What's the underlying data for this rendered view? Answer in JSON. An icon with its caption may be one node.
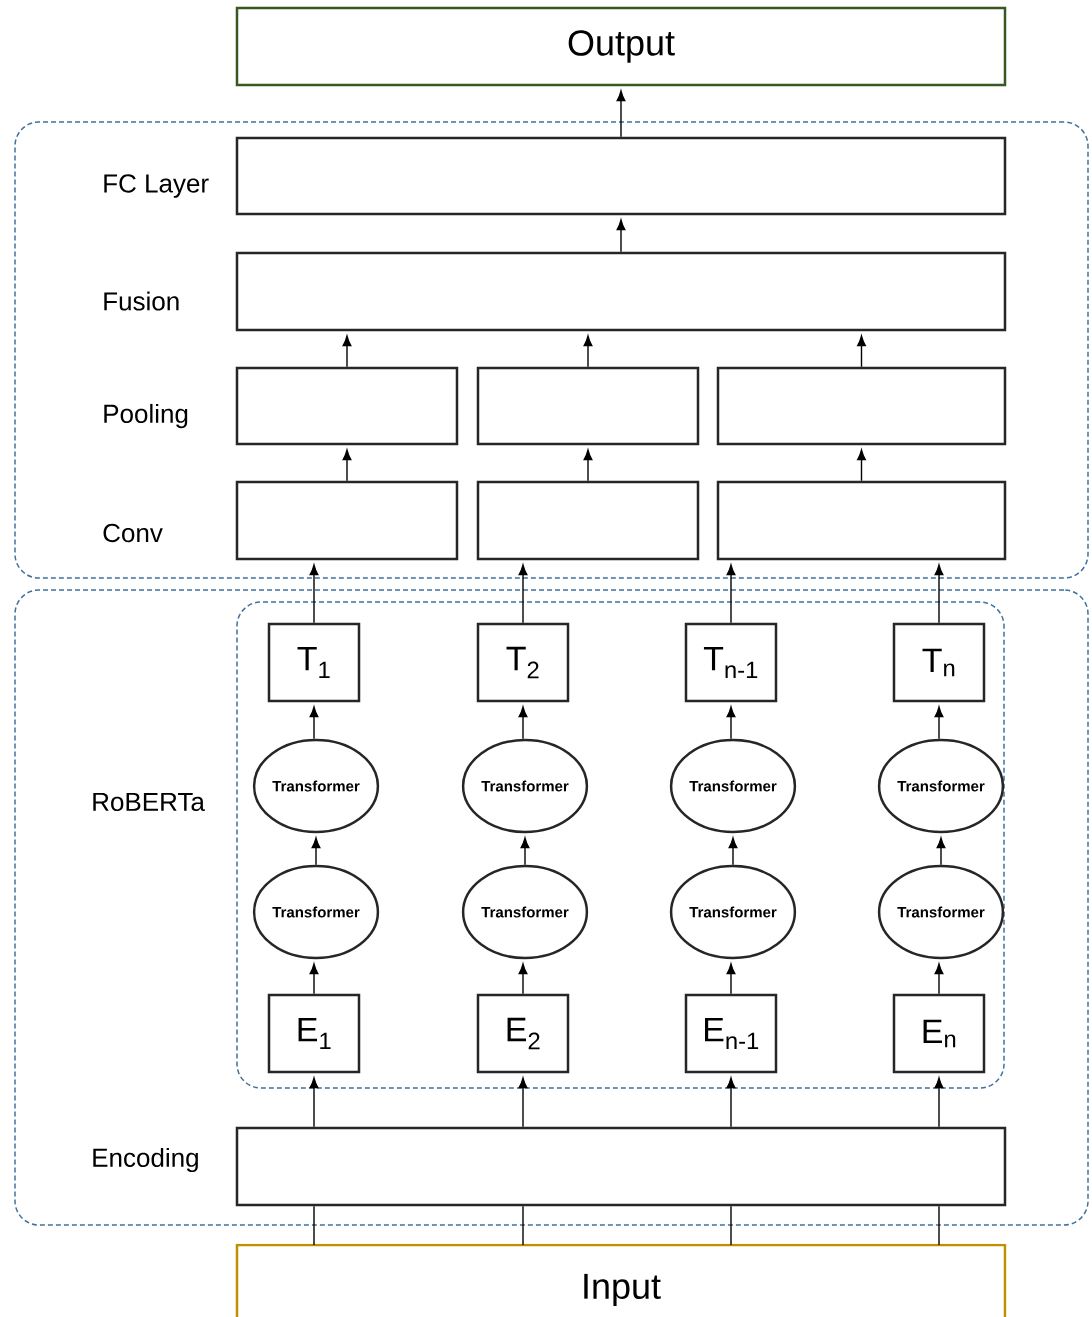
{
  "diagram": {
    "nodes": [
      {
        "text": [
          "Output"
        ]
      },
      {
        "text": [],
        "shape": "box"
      },
      {
        "text": [],
        "shape": "box",
        "in": 1
      },
      {
        "text": [],
        "shape": "box",
        "in": 1
      },
      {
        "text": [],
        "shape": "box",
        "in": 1
      },
      {
        "text": [],
        "shape": "box",
        "in": 1
      },
      {
        "text": [],
        "shape": "box",
        "in": 1
      },
      {
        "text": [],
        "shape": "box",
        "in": 1
      },
      {
        "text": [],
        "shape": "box",
        "in": 1
      },
      {
        "text": [],
        "shape": "box",
        "in": 1
      },
      {
        "text": [],
        "shape": "box"
      },
      {
        "text": [],
        "shape": "box",
        "in": 10
      },
      {
        "text": [
          "T$_{1}$"
        ],
        "in": 11
      },
      {
        "text": [
          "T$_{2}$"
        ],
        "in": 11
      },
      {
        "text": [
          "T$_{n-1}$"
        ],
        "in": 11
      },
      {
        "text": [
          "T$_{n}$"
        ],
        "in": 11
      },
      {
        "text": [
          "Transformer"
        ],
        "in": 11
      },
      {
        "text": [
          "Transformer"
        ],
        "in": 11
      },
      {
        "text": [
          "Transformer"
        ],
        "in": 11
      },
      {
        "text": [
          "Transformer"
        ],
        "in": 11
      },
      {
        "text": [
          "Transformer"
        ],
        "in": 11
      },
      {
        "text": [
          "Transformer"
        ],
        "in": 11
      },
      {
        "text": [
          "Transformer"
        ],
        "in": 11
      },
      {
        "text": [
          "Transformer"
        ],
        "in": 11
      },
      {
        "text": [
          "E$_{1}$"
        ],
        "in": 11
      },
      {
        "text": [
          "E$_{2}$"
        ],
        "in": 11
      },
      {
        "text": [
          "E$_{n-1}$"
        ],
        "in": 11
      },
      {
        "text": [
          "E$_{n}$"
        ],
        "in": 11
      },
      {
        "text": [],
        "shape": "box",
        "in": 10
      },
      {
        "text": [
          "Input"
        ]
      }
    ],
    "edges": [
      {
        "from": 28,
        "to": 24,
        "arrow": "to"
      },
      {
        "from": 28,
        "to": 25,
        "arrow": "to"
      },
      {
        "from": 28,
        "to": 26,
        "arrow": "to"
      },
      {
        "from": 28,
        "to": 27,
        "arrow": "to"
      },
      {
        "from": 24,
        "to": 20,
        "arrow": "to"
      },
      {
        "from": 25,
        "to": 21,
        "arrow": "to"
      },
      {
        "from": 26,
        "to": 22,
        "arrow": "to"
      },
      {
        "from": 27,
        "to": 23,
        "arrow": "to"
      },
      {
        "from": 20,
        "to": 16,
        "arrow": "to"
      },
      {
        "from": 21,
        "to": 17,
        "arrow": "to"
      },
      {
        "from": 22,
        "to": 18,
        "arrow": "to"
      },
      {
        "from": 23,
        "to": 19,
        "arrow": "to"
      },
      {
        "from": 16,
        "to": 12,
        "arrow": "to"
      },
      {
        "from": 17,
        "to": 13,
        "arrow": "to"
      },
      {
        "from": 18,
        "to": 14,
        "arrow": "to"
      },
      {
        "from": 19,
        "to": 15,
        "arrow": "to"
      },
      {
        "from": 12,
        "to": 7,
        "arrow": "to"
      },
      {
        "from": 13,
        "to": 8,
        "arrow": "to"
      },
      {
        "from": 14,
        "to": 9,
        "arrow": "to"
      },
      {
        "from": 15,
        "to": 9,
        "arrow": "to"
      },
      {
        "from": 7,
        "to": 4,
        "arrow": "to"
      },
      {
        "from": 8,
        "to": 5,
        "arrow": "to"
      },
      {
        "from": 9,
        "to": 6,
        "arrow": "to"
      },
      {
        "from": 4,
        "to": 3,
        "arrow": "to"
      },
      {
        "from": 5,
        "to": 3,
        "arrow": "to"
      },
      {
        "from": 6,
        "to": 3,
        "arrow": "to"
      },
      {
        "from": 3,
        "to": 2,
        "arrow": "to"
      },
      {
        "from": 2,
        "to": 0,
        "arrow": "to"
      },
      {
        "from": 29,
        "to": 28,
        "arrow": "none"
      },
      {
        "from": 29,
        "to": 28,
        "arrow": "none"
      },
      {
        "from": 29,
        "to": 28,
        "arrow": "none"
      },
      {
        "from": 29,
        "to": 28,
        "arrow": "none"
      }
    ],
    "labels": [
      "FC Layer",
      "Fusion",
      "Pooling",
      "Conv",
      "RoBERTa",
      "Encoding"
    ]
  }
}
